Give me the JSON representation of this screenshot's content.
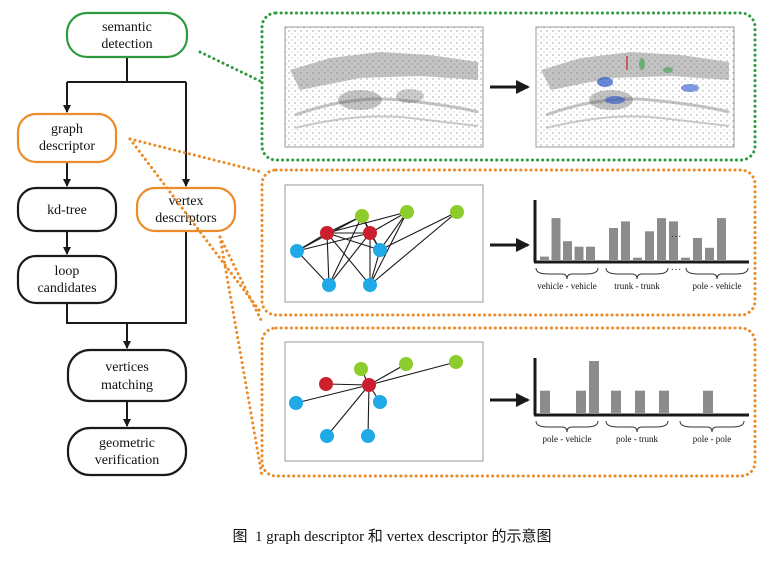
{
  "flowchart": {
    "semantic_detection": [
      "semantic",
      "detection"
    ],
    "graph_descriptor": [
      "graph",
      "descriptor"
    ],
    "kd_tree": [
      "kd-tree"
    ],
    "vertex_descriptors": [
      "vertex",
      "descriptors"
    ],
    "loop_candidates": [
      "loop",
      "candidates"
    ],
    "vertices_matching": [
      "vertices",
      "matching"
    ],
    "geometric_verification": [
      "geometric",
      "verification"
    ]
  },
  "histograms": {
    "graph": {
      "groups": [
        "vehicle - vehicle",
        "trunk - trunk",
        "pole - vehicle"
      ],
      "ellipsis": "···",
      "bar_heights": [
        [
          0.08,
          0.78,
          0.36,
          0.26,
          0.26
        ],
        [
          0.6,
          0.72,
          0.06,
          0.54,
          0.78,
          0.72,
          0.06,
          0.42,
          0.24,
          0.78
        ]
      ]
    },
    "vertex": {
      "groups": [
        "pole - vehicle",
        "pole - trunk",
        "pole - pole"
      ],
      "bar_heights": [
        0.44,
        0.44,
        1.0,
        0.44,
        0.44,
        0.44,
        0.44
      ]
    }
  },
  "colors": {
    "green_border": "#2e9a3f",
    "orange_border": "#ec8b28",
    "red_node": "#cc1f2e",
    "green_node": "#8ccc2c",
    "blue_node": "#1fa9e6",
    "bar": "#8c8c8c"
  },
  "caption": {
    "figure_label": "图  1",
    "text": " graph descriptor 和 vertex descriptor 的示意图"
  }
}
